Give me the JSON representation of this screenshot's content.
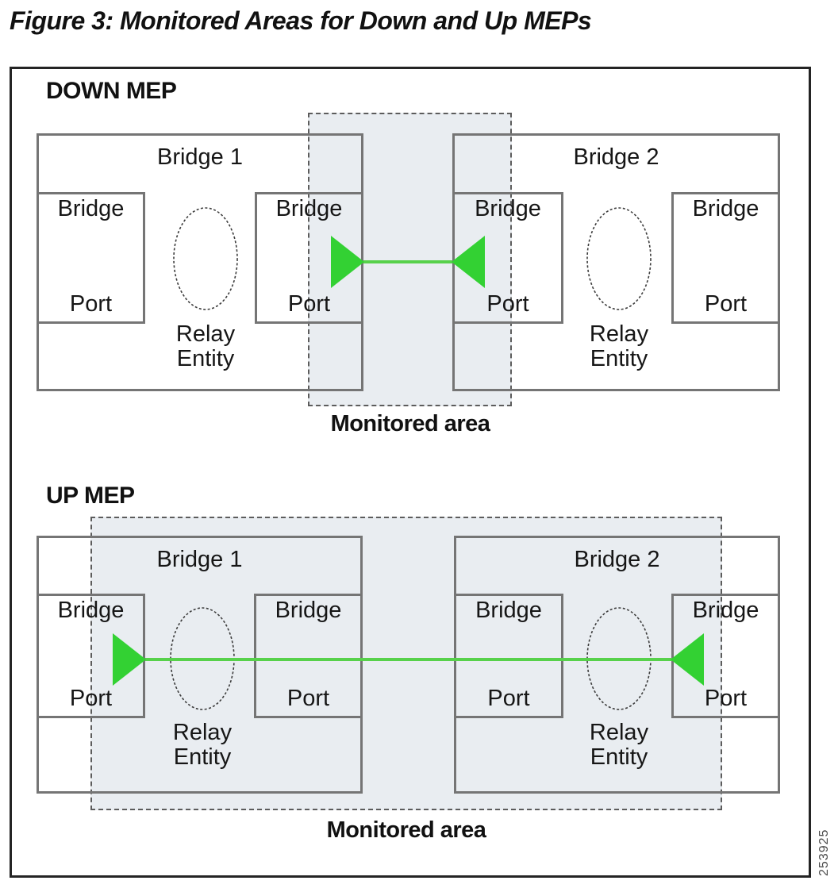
{
  "title": "Figure 3: Monitored Areas for Down and Up MEPs",
  "figure_id": "253925",
  "labels": {
    "port_top": "Bridge",
    "port_bottom": "Port",
    "relay_top": "Relay",
    "relay_bottom": "Entity",
    "monitored_area": "Monitored area"
  },
  "sections": {
    "down": {
      "heading": "DOWN MEP",
      "bridge1": "Bridge 1",
      "bridge2": "Bridge 2"
    },
    "up": {
      "heading": "UP MEP",
      "bridge1": "Bridge 1",
      "bridge2": "Bridge 2"
    }
  },
  "colors": {
    "mep_green": "#33d133",
    "link_green": "#57d14b",
    "monitored_fill": "#e9edf1",
    "box_border": "#757575",
    "outer_border": "#242424",
    "dash_border": "#5c5c5c",
    "text": "#161616"
  }
}
